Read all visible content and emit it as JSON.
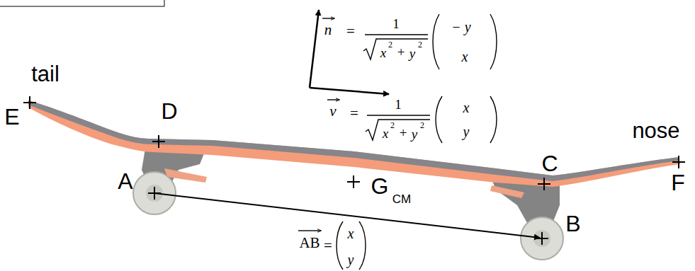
{
  "diagram": {
    "labels": [
      "tail",
      "E",
      "D",
      "A",
      "G",
      "CM",
      "C",
      "B",
      "nose",
      "F",
      "n",
      "=",
      "1",
      "x",
      "2",
      "+",
      "y",
      "2",
      "− y",
      "x",
      "v",
      "=",
      "1",
      "x",
      "2",
      "+",
      "y",
      "2",
      "x",
      "y",
      "AB",
      "=",
      "x",
      "y"
    ]
  }
}
